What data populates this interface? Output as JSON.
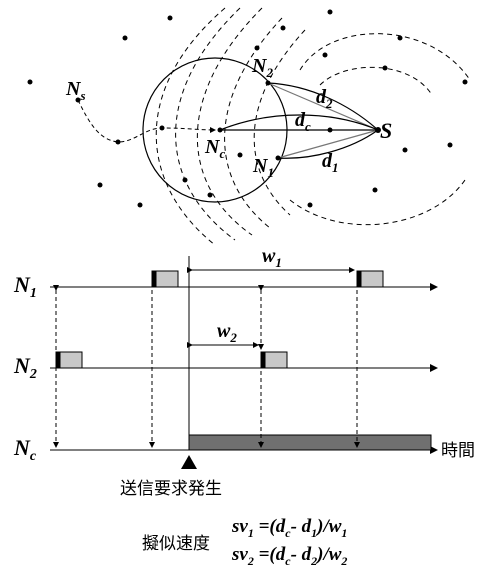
{
  "network": {
    "labels": {
      "ns": "N",
      "ns_sub": "s",
      "nc": "N",
      "nc_sub": "c",
      "n1": "N",
      "n1_sub": "1",
      "n2": "N",
      "n2_sub": "2",
      "s": "S",
      "d1": "d",
      "d1_sub": "1",
      "d2": "d",
      "d2_sub": "2",
      "dc": "d",
      "dc_sub": "c"
    }
  },
  "timeline": {
    "rows": [
      {
        "main": "N",
        "sub": "1"
      },
      {
        "main": "N",
        "sub": "2"
      },
      {
        "main": "N",
        "sub": "c"
      }
    ],
    "w1": {
      "main": "w",
      "sub": "1"
    },
    "w2": {
      "main": "w",
      "sub": "2"
    },
    "time_label": "時間",
    "trigger_label": "送信要求発生"
  },
  "formula": {
    "label": "擬似速度",
    "line1": {
      "sv": "sv",
      "sv_sub": "1",
      "eq": " =(d",
      "c": "c",
      "minus": "- d",
      "d_sub": "1",
      "tail": ")/w",
      "w_sub": "1"
    },
    "line2": {
      "sv": "sv",
      "sv_sub": "2",
      "eq": " =(d",
      "c": "c",
      "minus": "- d",
      "d_sub": "2",
      "tail": ")/w",
      "w_sub": "2"
    }
  },
  "colors": {
    "line": "#000000",
    "box_fill": "#c8c8c8",
    "bar_fill": "#707070"
  }
}
